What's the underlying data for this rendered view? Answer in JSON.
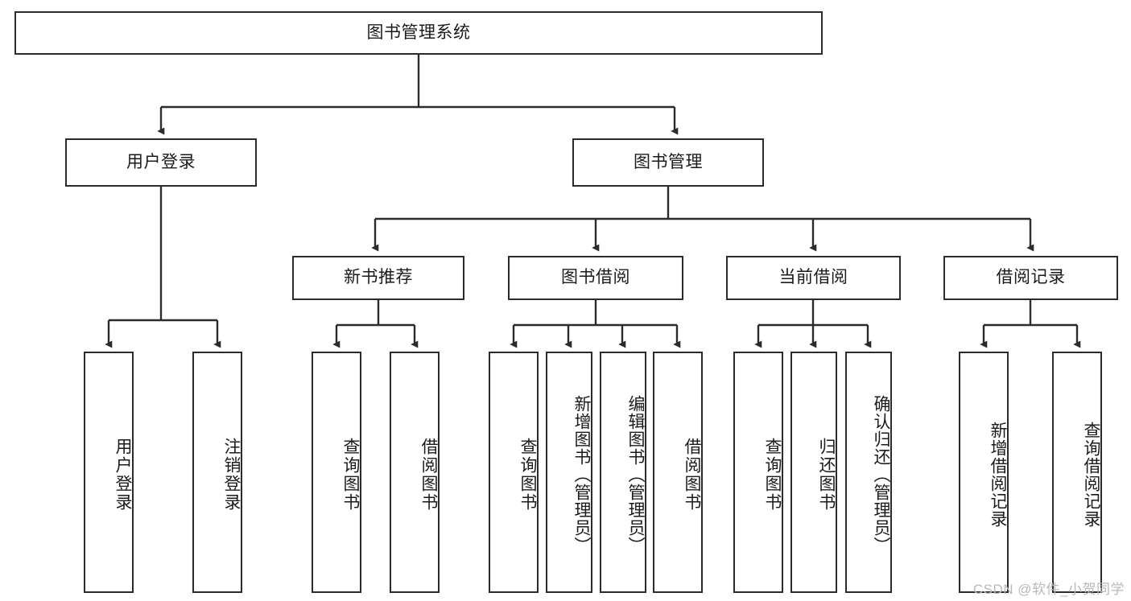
{
  "diagram": {
    "title": "图书管理系统",
    "type": "tree-hierarchy",
    "watermark": "CSDN @软件_小贺同学",
    "colors": {
      "border": "#2b2b2b",
      "background": "#ffffff",
      "text": "#1b1b1b",
      "watermark": "#b9b9b9"
    },
    "levels": {
      "root": {
        "label": "图书管理系统"
      },
      "level1": [
        {
          "label": "用户登录"
        },
        {
          "label": "图书管理"
        }
      ],
      "level2": [
        {
          "label": "新书推荐"
        },
        {
          "label": "图书借阅"
        },
        {
          "label": "当前借阅"
        },
        {
          "label": "借阅记录"
        }
      ],
      "leaves": [
        {
          "label": "用户登录",
          "parent": "用户登录"
        },
        {
          "label": "注销登录",
          "parent": "用户登录"
        },
        {
          "label": "查询图书",
          "parent": "新书推荐"
        },
        {
          "label": "借阅图书",
          "parent": "新书推荐"
        },
        {
          "label": "查询图书",
          "parent": "图书借阅"
        },
        {
          "label": "新增图书（管理员）",
          "parent": "图书借阅"
        },
        {
          "label": "编辑图书（管理员）",
          "parent": "图书借阅"
        },
        {
          "label": "借阅图书",
          "parent": "图书借阅"
        },
        {
          "label": "查询图书",
          "parent": "当前借阅"
        },
        {
          "label": "归还图书",
          "parent": "当前借阅"
        },
        {
          "label": "确认归还（管理员）",
          "parent": "当前借阅"
        },
        {
          "label": "新增借阅记录",
          "parent": "借阅记录"
        },
        {
          "label": "查询借阅记录",
          "parent": "借阅记录"
        }
      ]
    }
  }
}
